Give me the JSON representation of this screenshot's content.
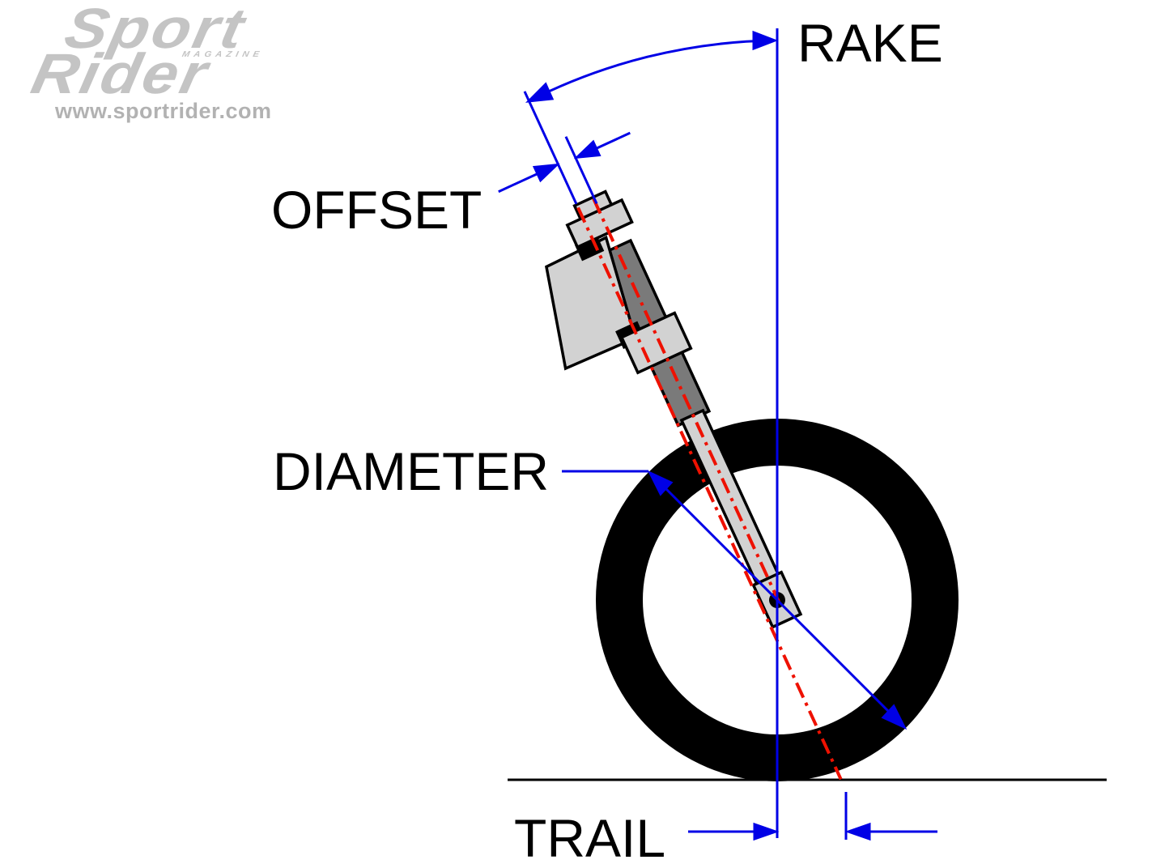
{
  "branding": {
    "logo_line1": "Sport",
    "logo_line2": "Rider",
    "logo_tagline": "MAGAZINE",
    "website": "www.sportrider.com"
  },
  "labels": {
    "rake": "RAKE",
    "offset": "OFFSET",
    "diameter": "DIAMETER",
    "trail": "TRAIL"
  },
  "colors": {
    "annotation_blue": "#0000e6",
    "axis_red": "#ee1100",
    "fork_light_gray": "#d2d2d2",
    "fork_dark_gray": "#7a7a7a",
    "tire_black": "#000000",
    "logo_gray": "#c4c4c4",
    "url_gray": "#b2b2b2"
  },
  "diagram": {
    "description": "Motorcycle front-end steering geometry: rake angle between vertical and steering axis, triple-clamp offset, wheel diameter and trail at the ground line"
  }
}
